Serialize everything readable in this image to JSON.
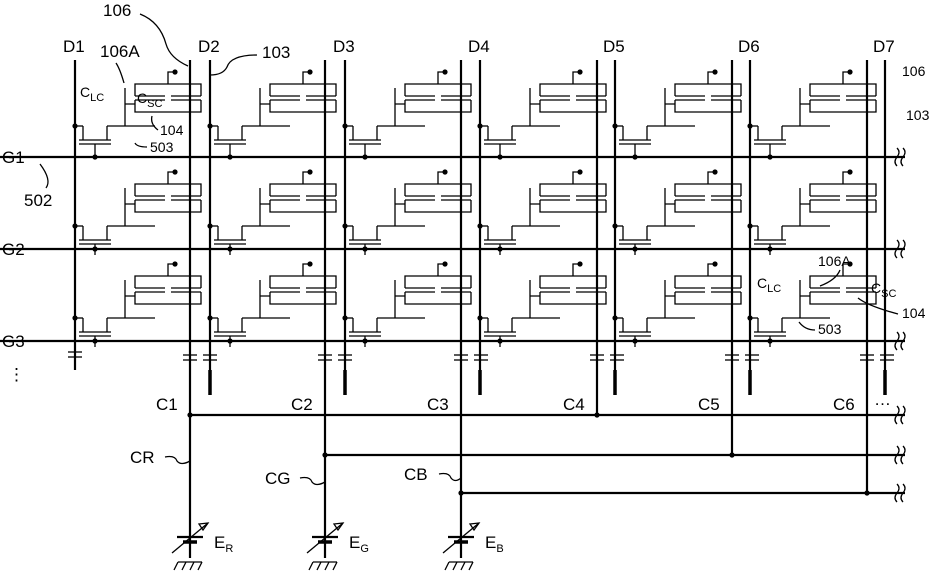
{
  "data_lines": [
    {
      "label": "D1"
    },
    {
      "label": "D2"
    },
    {
      "label": "D3"
    },
    {
      "label": "D4"
    },
    {
      "label": "D5"
    },
    {
      "label": "D6"
    },
    {
      "label": "D7"
    }
  ],
  "gate_lines": [
    {
      "label": "G1"
    },
    {
      "label": "G2"
    },
    {
      "label": "G3"
    }
  ],
  "common_lines": [
    {
      "label": "C1"
    },
    {
      "label": "C2"
    },
    {
      "label": "C3"
    },
    {
      "label": "C4"
    },
    {
      "label": "C5"
    },
    {
      "label": "C6"
    }
  ],
  "bus_labels": [
    {
      "label": "CR"
    },
    {
      "label": "CG"
    },
    {
      "label": "CB"
    }
  ],
  "sources": [
    {
      "main": "E",
      "sub": "R"
    },
    {
      "main": "E",
      "sub": "G"
    },
    {
      "main": "E",
      "sub": "B"
    }
  ],
  "references": {
    "r106_top": "106",
    "r106a_top": "106A",
    "r103_top": "103",
    "r104_top": "104",
    "r503_top": "503",
    "r502": "502",
    "r106_right": "106",
    "r103_right": "103",
    "r106a_right": "106A",
    "r104_right": "104",
    "r503_right": "503"
  },
  "component_labels": {
    "clc_main": "C",
    "clc_sub": "LC",
    "csc_main": "C",
    "csc_sub": "SC"
  },
  "ellipsis": "⋮",
  "ellipsis_h": "…"
}
